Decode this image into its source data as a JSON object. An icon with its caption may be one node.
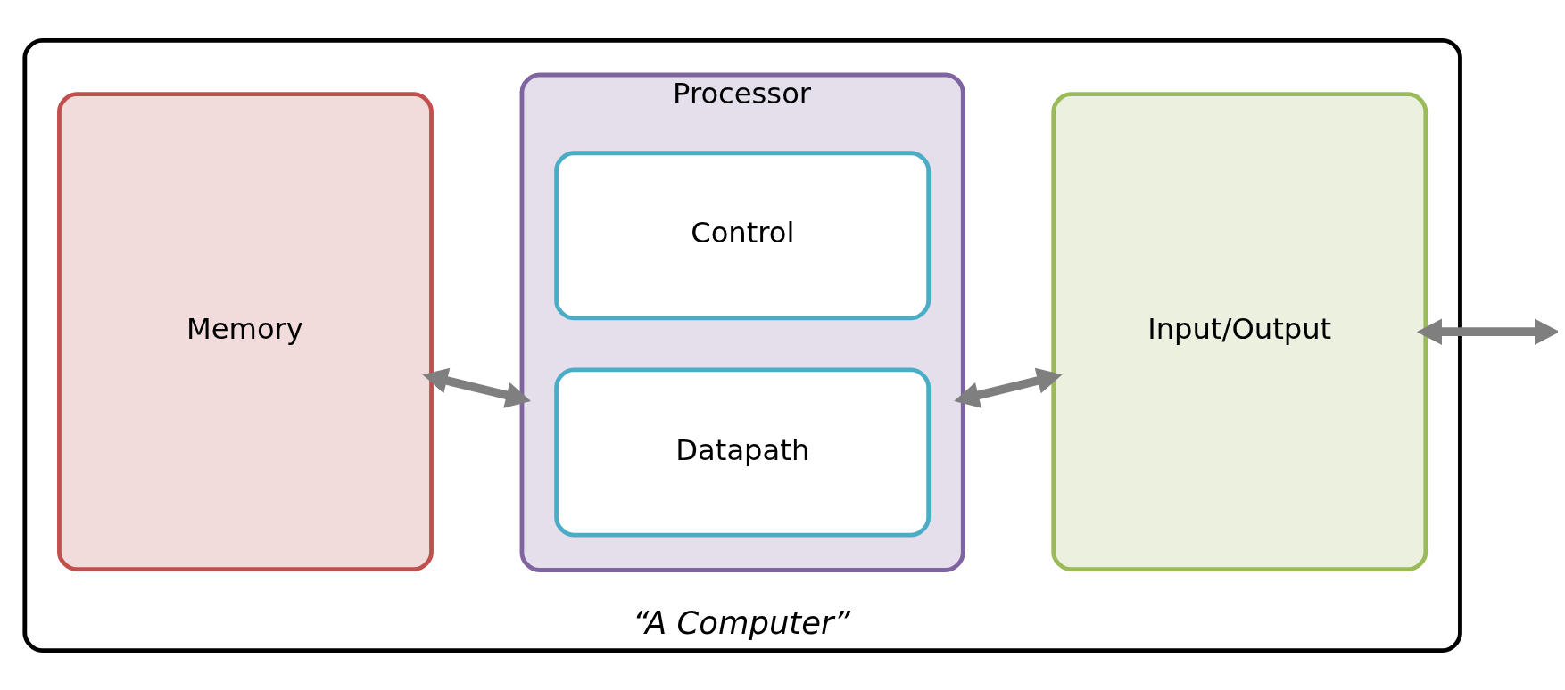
{
  "diagram": {
    "nodes": [
      {
        "text": [
          "“A Computer”"
        ]
      },
      {
        "text": [
          "Memory"
        ],
        "in": 0
      },
      {
        "text": [
          "Processor"
        ],
        "in": 0
      },
      {
        "text": [
          "Control"
        ],
        "in": 2
      },
      {
        "text": [
          "Datapath"
        ],
        "in": 2
      },
      {
        "text": [
          "Input/Output"
        ],
        "in": 0
      }
    ],
    "edges": [
      {
        "from": 1,
        "to": 2,
        "arrow": "both"
      },
      {
        "from": 2,
        "to": 5,
        "arrow": "both"
      },
      {
        "from": 5,
        "to": null,
        "arrow": "both"
      }
    ]
  }
}
